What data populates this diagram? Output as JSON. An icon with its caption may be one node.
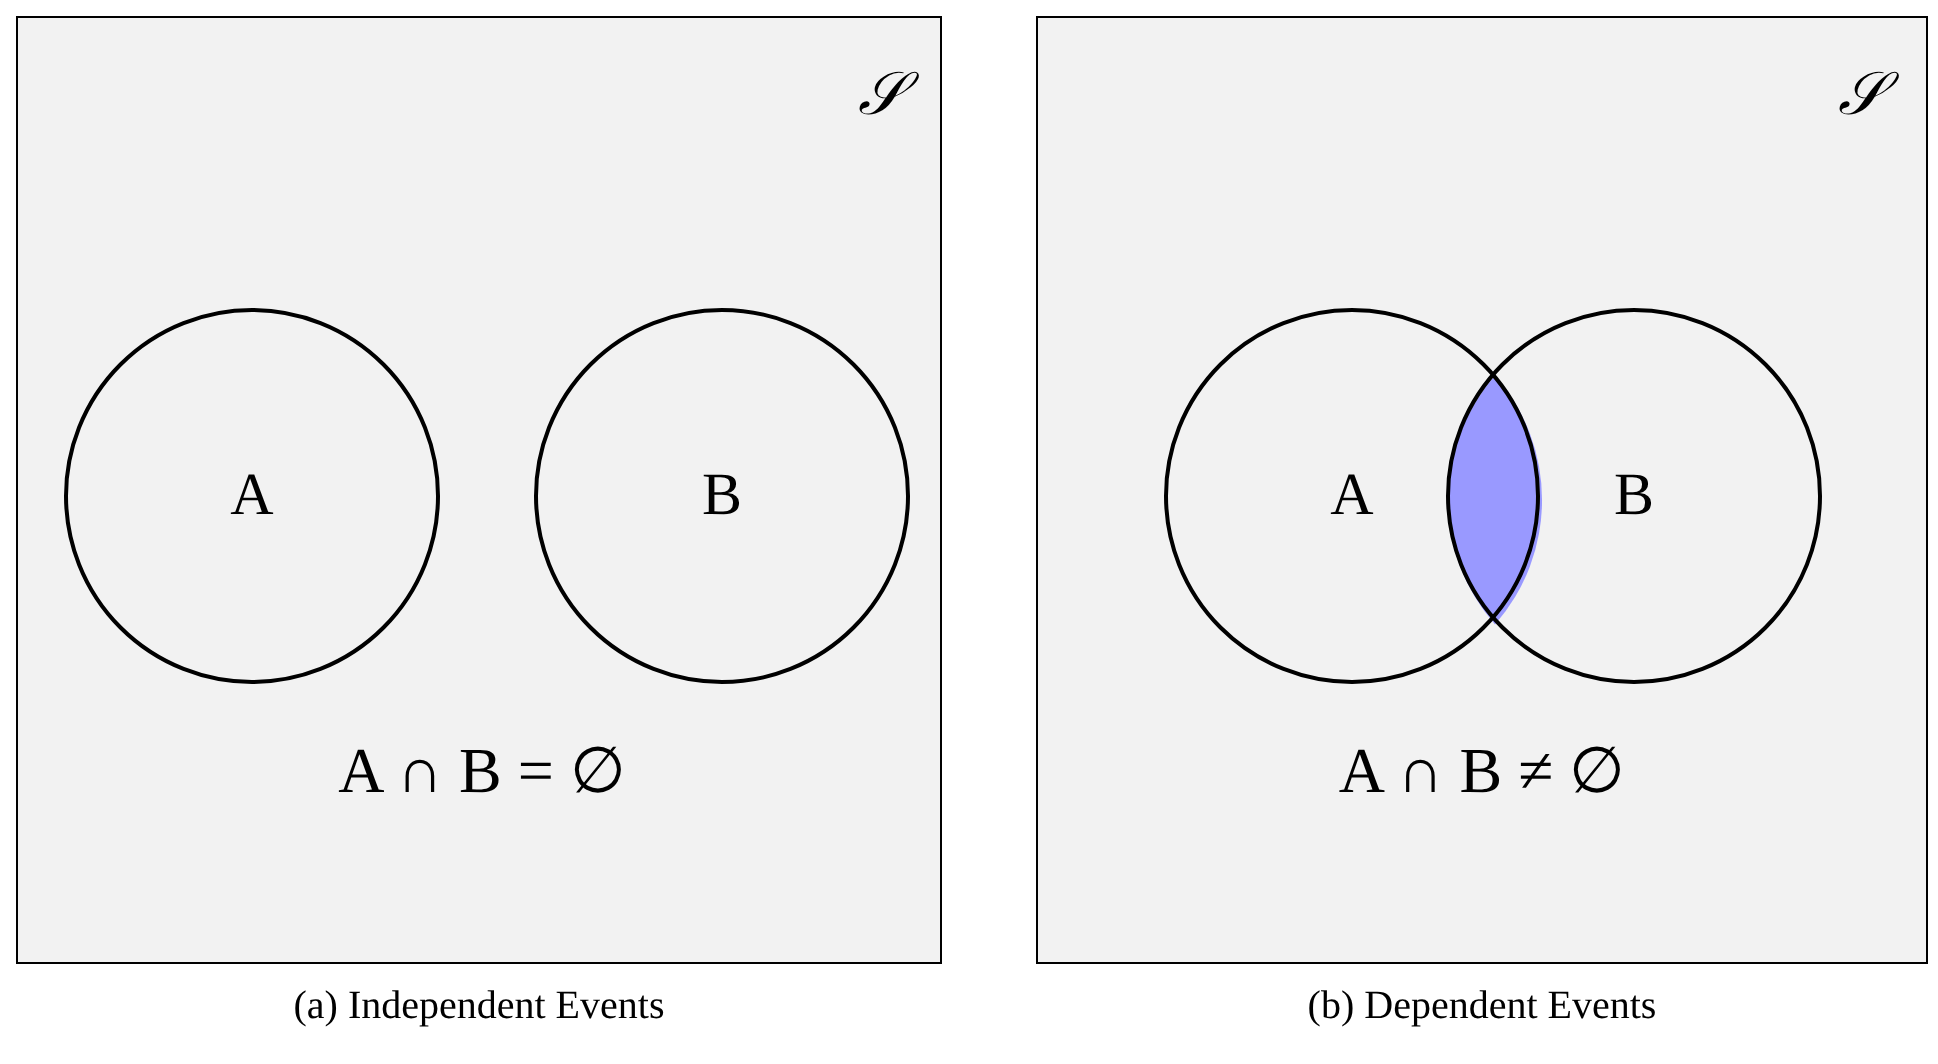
{
  "diagram": {
    "nodes": [
      {
        "text": [
          "𝒮",
          "A ∩ B = ∅"
        ],
        "beside": [
          "(a) Independent Events"
        ]
      },
      {
        "text": [
          "A"
        ],
        "in": 0
      },
      {
        "text": [
          "B"
        ],
        "in": 0
      },
      {
        "text": [
          "𝒮",
          "A ∩ B ≠ ∅"
        ],
        "beside": [
          "(b) Dependent Events"
        ]
      },
      {
        "text": [
          "A"
        ],
        "in": 3
      },
      {
        "text": [
          "B"
        ],
        "in": 3
      },
      {
        "text": [],
        "shape": "lens"
      }
    ]
  }
}
